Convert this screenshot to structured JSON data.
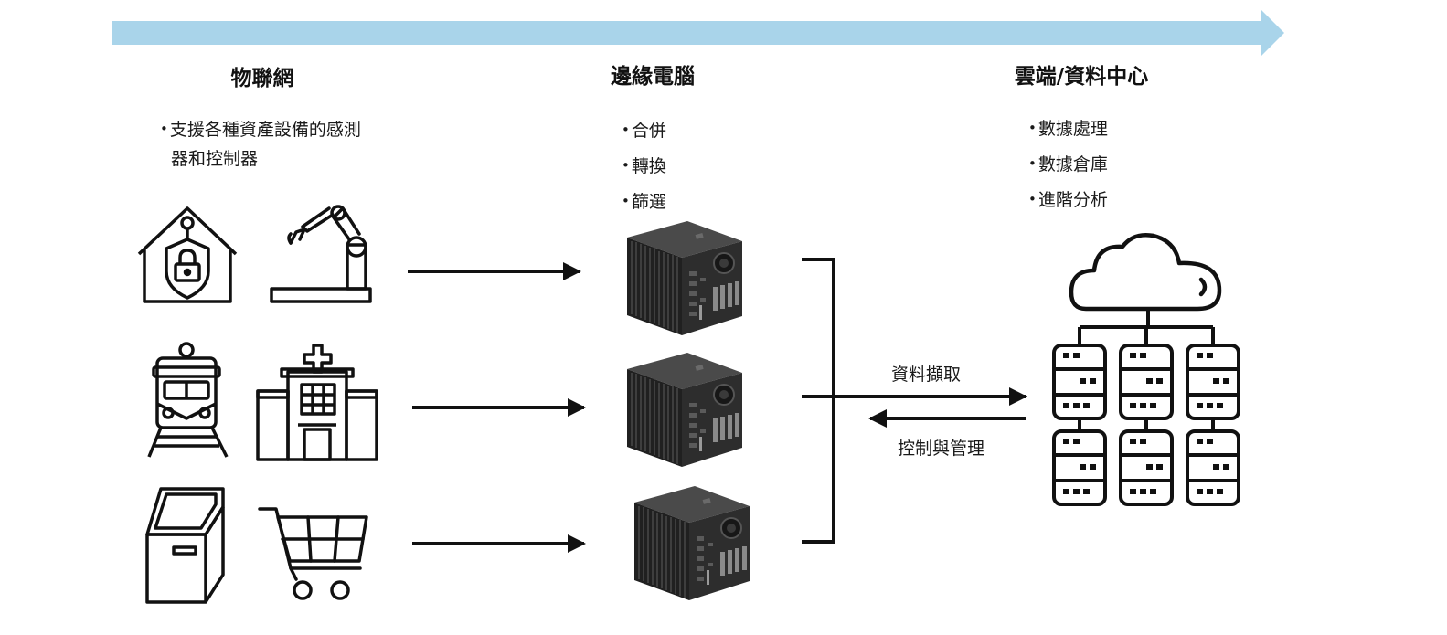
{
  "columns": {
    "iot": {
      "title": "物聯網",
      "bullet_lines": [
        "支援各種資產設備的感測",
        "器和控制器"
      ],
      "icons": [
        "smart-home-security-icon",
        "robot-arm-icon",
        "train-icon",
        "hospital-icon",
        "kiosk-icon",
        "shopping-cart-icon"
      ]
    },
    "edge": {
      "title": "邊緣電腦",
      "bullets": [
        "合併",
        "轉換",
        "篩選"
      ],
      "devices": [
        "edge-computer-1",
        "edge-computer-2",
        "edge-computer-3"
      ]
    },
    "cloud": {
      "title": "雲端/資料中心",
      "bullets": [
        "數據處理",
        "數據倉庫",
        "進階分析"
      ],
      "icons": [
        "cloud-icon",
        "server-rack-icon"
      ]
    }
  },
  "flows": {
    "ingest_label": "資料擷取",
    "control_label": "控制與管理"
  },
  "colors": {
    "banner": "#a9d4ea",
    "stroke": "#111111",
    "device_dark": "#1f1f1f",
    "device_mid": "#333333"
  }
}
